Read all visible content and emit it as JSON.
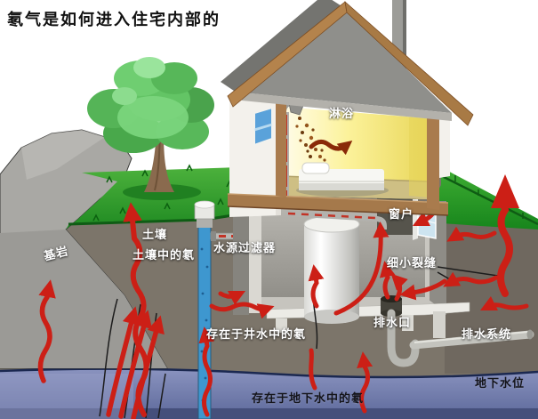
{
  "title": "氡气是如何进入住宅内部的",
  "labels": [
    {
      "id": "bedrock",
      "text": "基岩"
    },
    {
      "id": "soil",
      "text": "土壤"
    },
    {
      "id": "soil-radon",
      "text": "土壤中的氡"
    },
    {
      "id": "water-filter",
      "text": "水源过滤器"
    },
    {
      "id": "shower",
      "text": "淋浴"
    },
    {
      "id": "window",
      "text": "窗户"
    },
    {
      "id": "small-cracks",
      "text": "细小裂缝"
    },
    {
      "id": "well-water-radon",
      "text": "存在于井水中的氡"
    },
    {
      "id": "drain-outlet",
      "text": "排水口"
    },
    {
      "id": "drain-system",
      "text": "排水系统"
    },
    {
      "id": "water-table",
      "text": "地下水位"
    },
    {
      "id": "groundwater-radon",
      "text": "存在于地下水中的氡"
    }
  ],
  "palette": {
    "radon_arrow": "#cc1f16",
    "grass": "#2f9e2f",
    "soil": "#7c756a",
    "bedrock": "#a9a8a4",
    "groundwater": "#7f8ab8",
    "roof": "#8f8f8b",
    "wood_trim": "#a97b4d",
    "room_interior": "#f7ef8e",
    "well_pipe": "#3e97cf"
  }
}
